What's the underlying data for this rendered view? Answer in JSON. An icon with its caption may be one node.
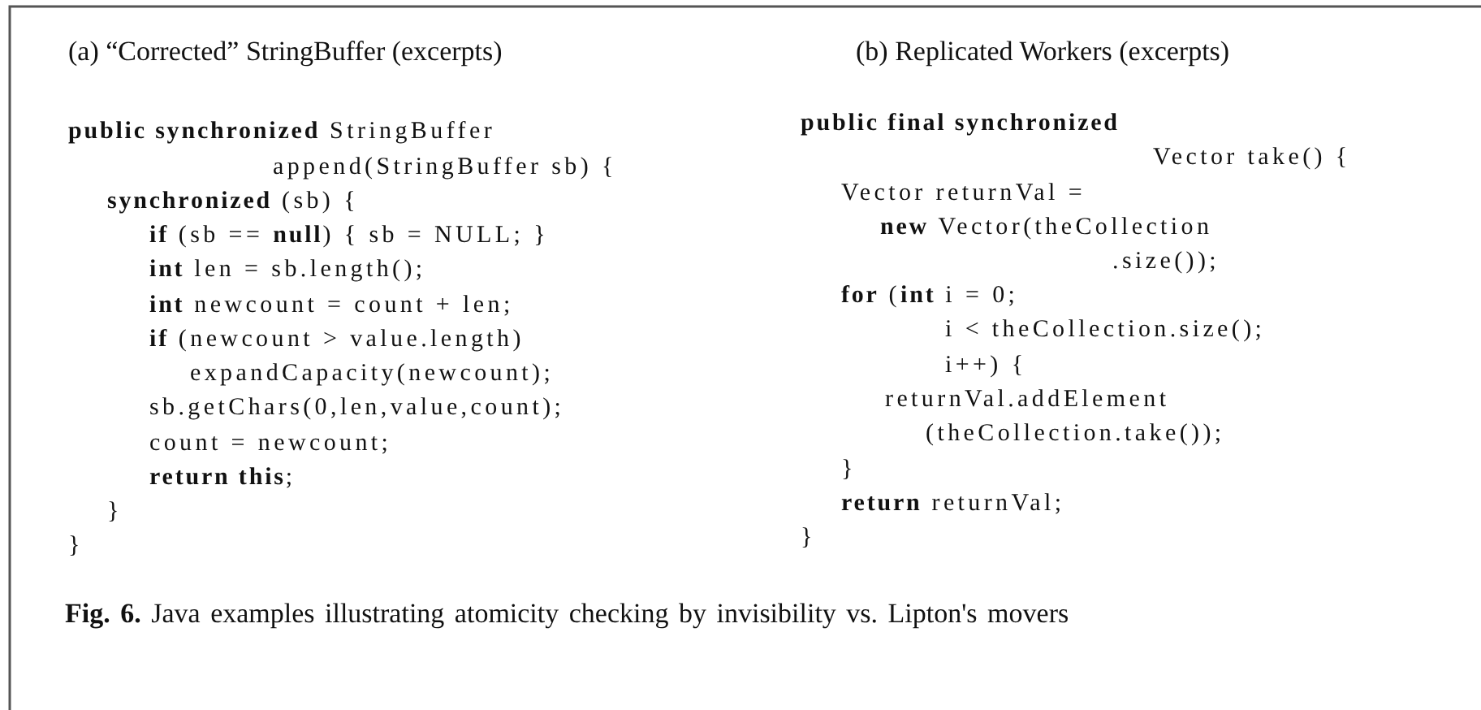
{
  "diagram": {
    "caption": "**Fig. 6.** Java examples illustrating atomicity checking by invisibility vs. Lipton's movers",
    "labels": [
      "(a) “Corrected” StringBuffer (excerpts)",
      "**public synchronized** StringBuffer",
      "append(StringBuffer sb) {",
      "**synchronized** (sb) {",
      "**if** (sb == **null**) { sb = NULL; }",
      "**int** len = sb.length();",
      "**int** newcount = count + len;",
      "**if** (newcount > value.length)",
      "expandCapacity(newcount);",
      "sb.getChars(0,len,value,count);",
      "count = newcount;",
      "**return this**;",
      "}",
      "}",
      "(b) Replicated Workers (excerpts)",
      "**public final synchronized**",
      "Vector take() {",
      "Vector returnVal =",
      "**new** Vector(theCollection",
      ".size());",
      "**for** (**int** i = 0;",
      "i < theCollection.size();",
      "i++) {",
      "returnVal.addElement",
      "(theCollection.take());",
      "}",
      "**return** returnVal;",
      "}"
    ]
  }
}
